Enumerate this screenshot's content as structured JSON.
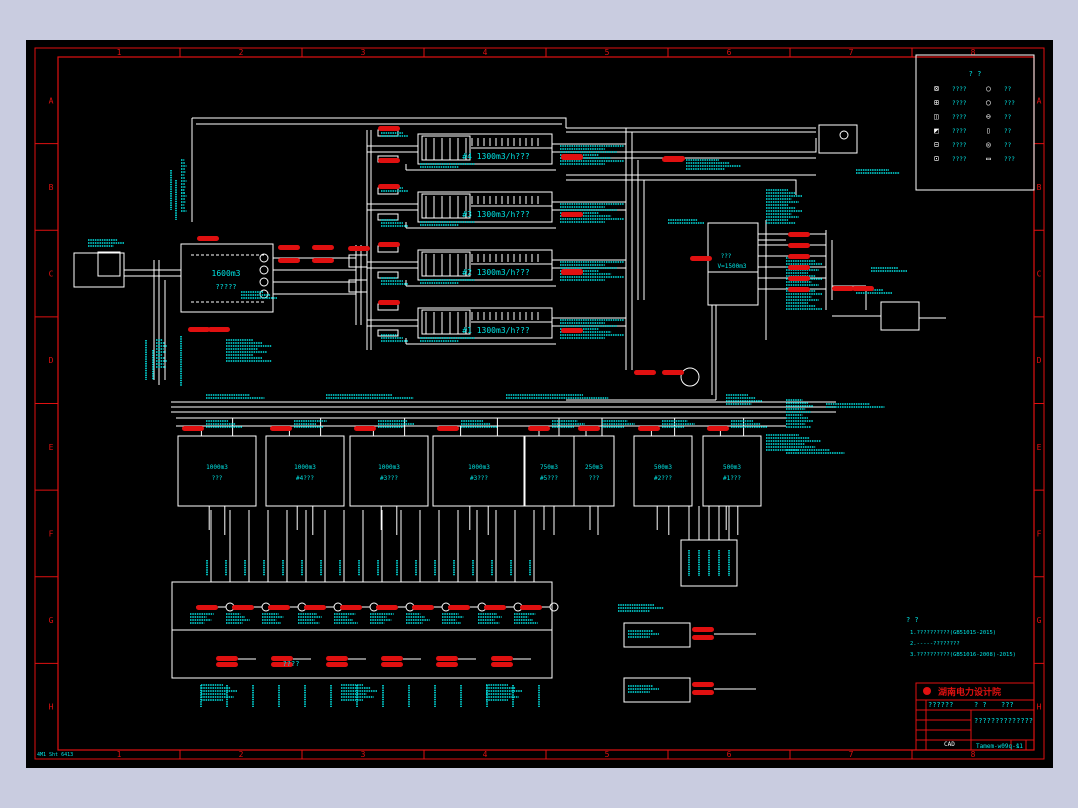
{
  "drawing": {
    "col_labels": [
      "1",
      "2",
      "3",
      "4",
      "5",
      "6",
      "7",
      "8"
    ],
    "row_labels": [
      "A",
      "B",
      "C",
      "D",
      "E",
      "F",
      "G",
      "H"
    ],
    "corner_note": "4M1 Sht 6413",
    "colors": {
      "frame": "#e01010",
      "line": "#ffffff",
      "text": "#00e5e5",
      "tag": "#e01010",
      "sheet": "#000000",
      "page": "#c9cce0"
    }
  },
  "tanks": {
    "main_tank": {
      "capacity": "1600m3",
      "name": "?????"
    },
    "filters": [
      {
        "label": "#4 1300m3/h???"
      },
      {
        "label": "#3 1300m3/h???"
      },
      {
        "label": "#2 1300m3/h???"
      },
      {
        "label": "#1 1300m3/h???"
      }
    ],
    "right_tank": {
      "label": "???",
      "capacity": "V=1500m3"
    },
    "storage": [
      {
        "capacity": "1000m3",
        "name": "???"
      },
      {
        "capacity": "1000m3",
        "name": "#4???"
      },
      {
        "capacity": "1000m3",
        "name": "#3???"
      },
      {
        "capacity": "1000m3",
        "name": "#3???"
      },
      {
        "capacity": "750m3",
        "name": "#5???"
      },
      {
        "capacity": "250m3",
        "name": "???"
      },
      {
        "capacity": "500m3",
        "name": "#2???"
      },
      {
        "capacity": "500m3",
        "name": "#1???"
      }
    ],
    "pump_station_label": "????"
  },
  "legend": {
    "title": "? ?",
    "items": [
      {
        "sym": "⊠",
        "text": "????"
      },
      {
        "sym": "⊞",
        "text": "????"
      },
      {
        "sym": "◫",
        "text": "????"
      },
      {
        "sym": "◩",
        "text": "????"
      },
      {
        "sym": "⊟",
        "text": "????"
      },
      {
        "sym": "⊡",
        "text": "????"
      },
      {
        "sym": "○",
        "text": "??"
      },
      {
        "sym": "◯",
        "text": "???"
      },
      {
        "sym": "⊖",
        "text": "??"
      },
      {
        "sym": "▯",
        "text": "??"
      },
      {
        "sym": "◎",
        "text": "??"
      },
      {
        "sym": "▭",
        "text": "???"
      }
    ]
  },
  "notes": {
    "title": "? ?",
    "lines": [
      "1.??????????(GB51015-2015)",
      "2.-----????????",
      "3.??????????(GB51016-2008)-2015)"
    ]
  },
  "title_block": {
    "company": "湖南电力设计院",
    "rows": [
      "??????",
      "? ?",
      "???",
      "??"
    ],
    "drawing_name": "??????????????",
    "code": "Tamem-w09q-s1",
    "cad": "CAD",
    "sheet": "1"
  }
}
